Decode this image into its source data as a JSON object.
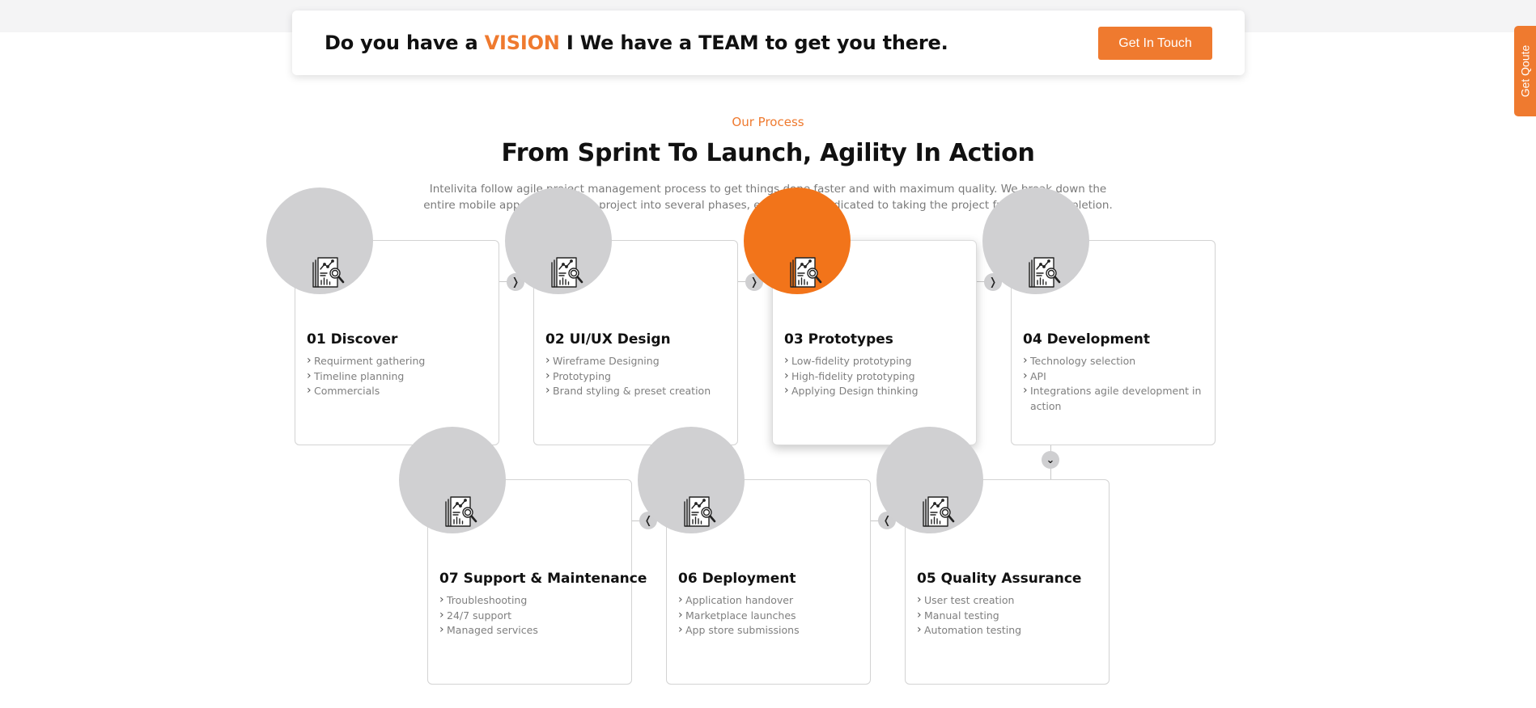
{
  "banner": {
    "text_before": "Do you have a ",
    "highlight": "VISION",
    "text_after": " I We have a TEAM to get you there.",
    "button_label": "Get In Touch"
  },
  "side_tab": {
    "label": "Get Qoute"
  },
  "section": {
    "eyebrow": "Our Process",
    "title": "From Sprint To Launch, Agility In Action",
    "description": "Intelivita follow agile project management process to get things done faster and with maximum quality. We break down the entire mobile app development project into several phases, each phase dedicated to taking the project further to completion."
  },
  "steps": [
    {
      "title": "01 Discover",
      "items": [
        "Requirment gathering",
        "Timeline planning",
        "Commercials"
      ]
    },
    {
      "title": "02 UI/UX Design",
      "items": [
        "Wireframe Designing",
        "Prototyping",
        "Brand styling & preset creation"
      ]
    },
    {
      "title": "03 Prototypes",
      "items": [
        "Low-fidelity prototyping",
        "High-fidelity prototyping",
        "Applying Design thinking"
      ]
    },
    {
      "title": "04 Development",
      "items": [
        "Technology selection",
        "API",
        "Integrations agile development in action"
      ]
    },
    {
      "title": "05 Quality Assurance",
      "items": [
        "User test creation",
        "Manual testing",
        "Automation testing"
      ]
    },
    {
      "title": "06 Deployment",
      "items": [
        "Application handover",
        "Marketplace launches",
        "App store submissions"
      ]
    },
    {
      "title": "07 Support & Maintenance",
      "items": [
        "Troubleshooting",
        "24/7 support",
        "Managed services"
      ]
    }
  ],
  "active_step": 3,
  "icons": {
    "step": "report-analytics-icon"
  },
  "colors": {
    "accent": "#ef7a2f",
    "active_card": "#f2741a",
    "inactive_blob": "#d0d0d2"
  }
}
